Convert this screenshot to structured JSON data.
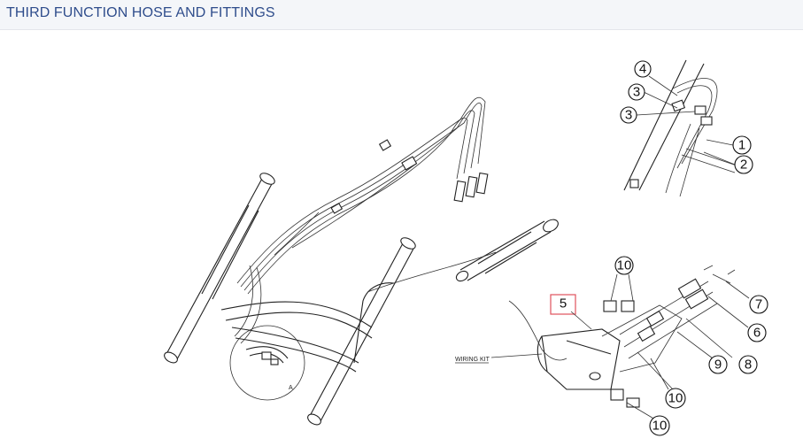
{
  "header": {
    "title": "THIRD FUNCTION HOSE AND FITTINGS"
  },
  "labels": {
    "wiring_kit": "WIRING KIT",
    "detail": "A"
  },
  "callouts": [
    "4",
    "3",
    "3",
    "1",
    "2",
    "10",
    "5",
    "7",
    "6",
    "9",
    "8",
    "10",
    "10"
  ],
  "colors": {
    "title": "#2f4d8c",
    "highlight_box": "#e0525c"
  }
}
